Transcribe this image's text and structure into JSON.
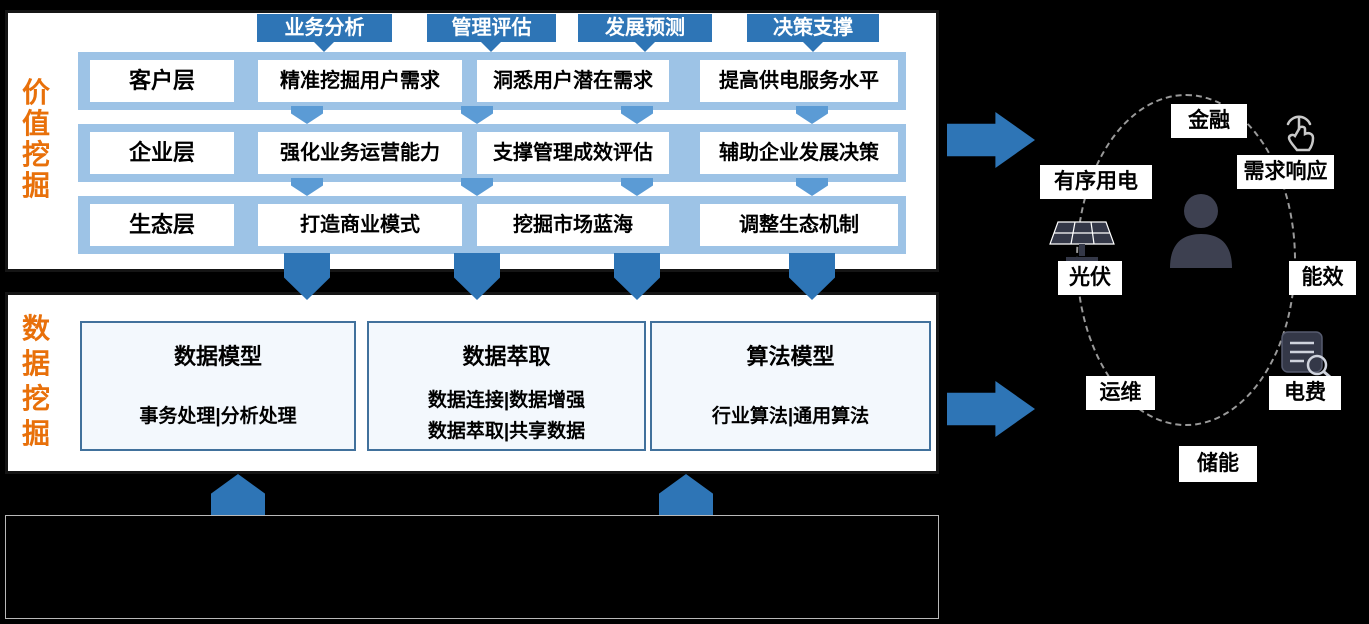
{
  "colors": {
    "bg": "#000000",
    "panel_bg": "#ffffff",
    "panel_border": "#151515",
    "accent_orange": "#e8700a",
    "tab_blue": "#2e75b6",
    "band_blue": "#9dc3e6",
    "arrow_blue": "#2e75b6",
    "gap_arrow_blue": "#5b9bd5",
    "dm_bg": "#f3f8fd",
    "dm_border": "#41719c",
    "dashed_gray": "#9a9a9a",
    "chip_bg": "#ffffff",
    "icon_dark": "#3d4050"
  },
  "value_mining": {
    "side_label": "价值挖掘",
    "tabs": [
      {
        "label": "业务分析"
      },
      {
        "label": "管理评估"
      },
      {
        "label": "发展预测"
      },
      {
        "label": "决策支撑"
      }
    ],
    "rows": [
      {
        "label": "客户层",
        "cells": [
          "精准挖掘用户需求",
          "洞悉用户潜在需求",
          "提高供电服务水平"
        ]
      },
      {
        "label": "企业层",
        "cells": [
          "强化业务运营能力",
          "支撑管理成效评估",
          "辅助企业发展决策"
        ]
      },
      {
        "label": "生态层",
        "cells": [
          "打造商业模式",
          "挖掘市场蓝海",
          "调整生态机制"
        ]
      }
    ]
  },
  "data_mining": {
    "side_label": "数据挖掘",
    "boxes": [
      {
        "title": "数据模型",
        "lines": [
          "事务处理|分析处理"
        ]
      },
      {
        "title": "数据萃取",
        "lines": [
          "数据连接|数据增强",
          "数据萃取|共享数据"
        ]
      },
      {
        "title": "算法模型",
        "lines": [
          "行业算法|通用算法"
        ]
      }
    ]
  },
  "ecosystem": {
    "center_icon": "person-icon",
    "icons": [
      "tap-icon",
      "solar-panel-icon",
      "bill-search-icon",
      "person-icon"
    ],
    "labels": {
      "finance": "金融",
      "demand_response": "需求响应",
      "orderly_power_use": "有序用电",
      "energy_efficiency": "能效",
      "photovoltaic": "光伏",
      "electricity_fee": "电费",
      "operations_maintenance": "运维",
      "energy_storage": "储能"
    }
  }
}
